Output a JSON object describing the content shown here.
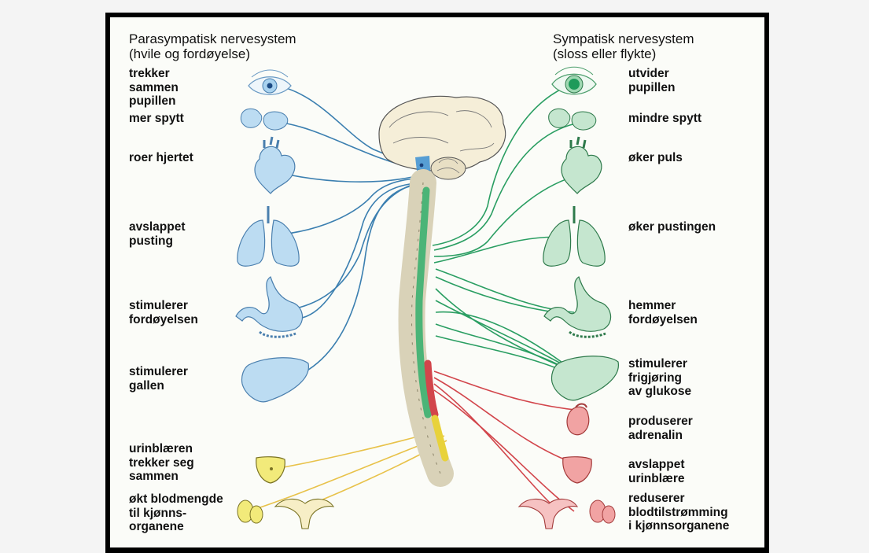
{
  "left_heading": {
    "line1": "Parasympatisk nervesystem",
    "line2": "(hvile og fordøyelse)"
  },
  "right_heading": {
    "line1": "Sympatisk nervesystem",
    "line2": "(sloss eller flykte)"
  },
  "left_labels": [
    {
      "id": "eye",
      "text": "trekker\nsammen\npupillen"
    },
    {
      "id": "saliva",
      "text": "mer spytt"
    },
    {
      "id": "heart",
      "text": "roer hjertet"
    },
    {
      "id": "lungs",
      "text": "avslappet\npusting"
    },
    {
      "id": "stomach",
      "text": "stimulerer\nfordøyelsen"
    },
    {
      "id": "liver",
      "text": "stimulerer\ngallen"
    },
    {
      "id": "bladder",
      "text": "urinblæren\ntrekker seg\nsammen"
    },
    {
      "id": "genitals",
      "text": "økt blodmengde\ntil kjønns-\norganene"
    }
  ],
  "right_labels": [
    {
      "id": "eye",
      "text": "utvider\npupillen"
    },
    {
      "id": "saliva",
      "text": "mindre spytt"
    },
    {
      "id": "heart",
      "text": "øker puls"
    },
    {
      "id": "lungs",
      "text": "øker pustingen"
    },
    {
      "id": "stomach",
      "text": "hemmer\nfordøyelsen"
    },
    {
      "id": "liver",
      "text": "stimulerer\nfrigjøring\nav glukose"
    },
    {
      "id": "adrenal",
      "text": "produserer\nadrenalin"
    },
    {
      "id": "bladder",
      "text": "avslappet\nurinblære"
    },
    {
      "id": "genitals",
      "text": "reduserer\nblodtilstrømming\ni kjønnsorganene"
    }
  ],
  "colors": {
    "parasympathetic": "#3b7fb0",
    "parasympathetic_organ": "#bcdcf2",
    "sympathetic": "#2a9e62",
    "sympathetic_organ": "#c5e6cf",
    "sacral": "#e8c24a",
    "lumbar": "#d2454b",
    "adrenal_organ": "#f1a3a3",
    "bladder_left": "#f2ea7a"
  }
}
